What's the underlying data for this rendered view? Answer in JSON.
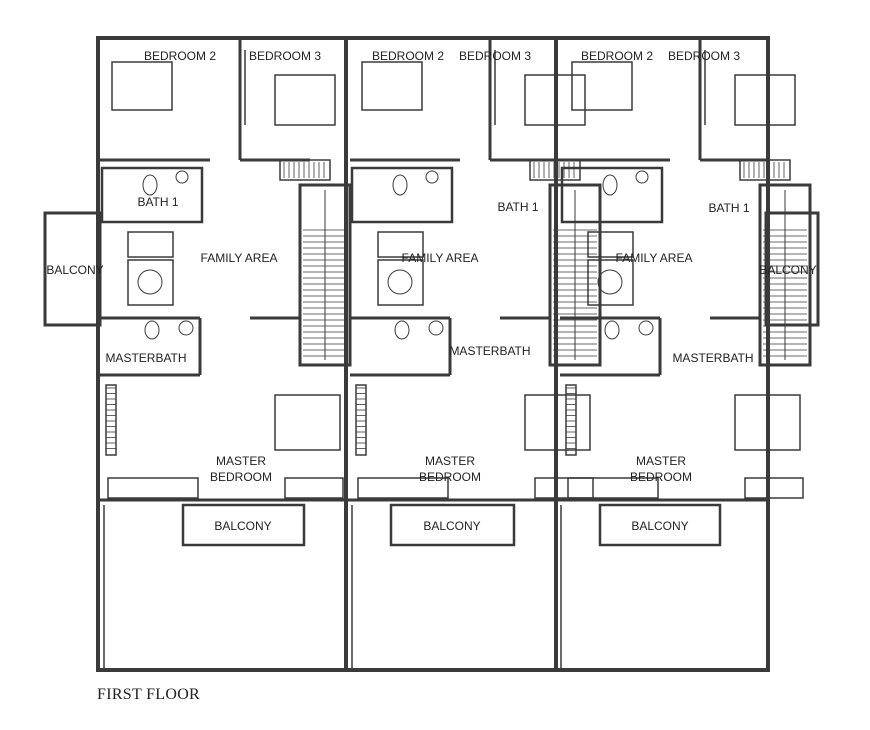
{
  "caption": "FIRST FLOOR",
  "labels": {
    "bedroom2": "BEDROOM 2",
    "bedroom3": "BEDROOM 3",
    "bath1": "BATH 1",
    "family_area": "FAMILY AREA",
    "balcony": "BALCONY",
    "masterbath": "MASTERBATH",
    "master_bedroom_line1": "MASTER",
    "master_bedroom_line2": "BEDROOM"
  },
  "colors": {
    "wall": "#3a3a3a",
    "line": "#555555",
    "fixture": "#777777"
  }
}
